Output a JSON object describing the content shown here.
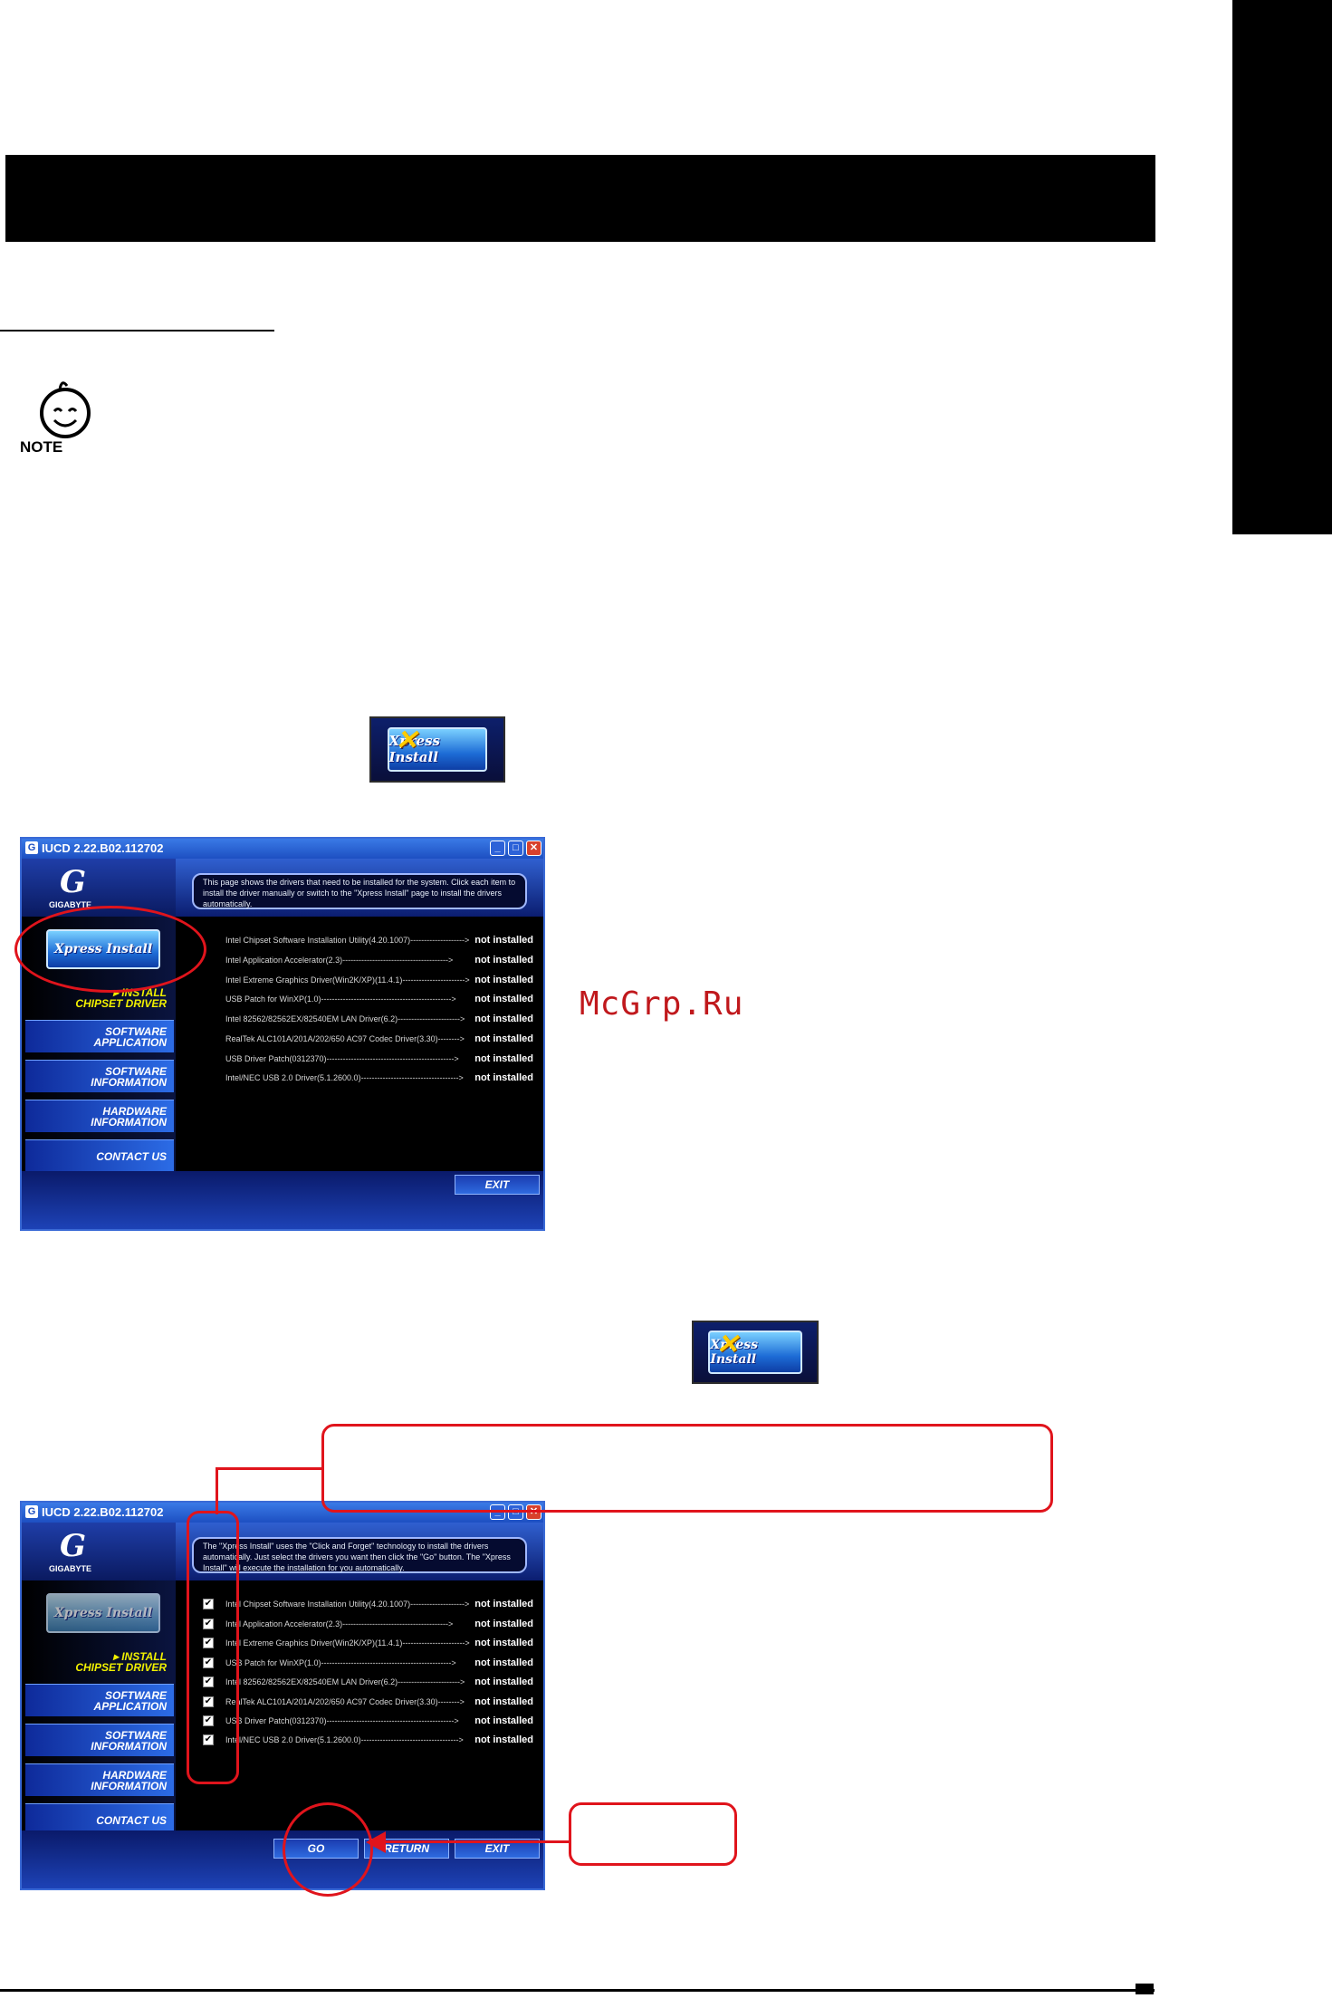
{
  "side_tab_color": "#000000",
  "watermark": "McGrp.Ru",
  "note_icon": {
    "label": "NOTE"
  },
  "xpress_button": {
    "label": "Xpress Install"
  },
  "window1": {
    "title": "IUCD 2.22.B02.112702",
    "brand": "GIGABYTE",
    "info": "This page shows the drivers that need to be installed for the system. Click each item to install the driver manually or switch to the \"Xpress Install\" page to install the drivers automatically.",
    "menu": {
      "install_line1": "▸ INSTALL",
      "install_line2": "CHIPSET DRIVER",
      "software_app_line1": "SOFTWARE",
      "software_app_line2": "APPLICATION",
      "software_info_line1": "SOFTWARE",
      "software_info_line2": "INFORMATION",
      "hardware_info_line1": "HARDWARE",
      "hardware_info_line2": "INFORMATION",
      "contact": "CONTACT US"
    },
    "drivers": [
      {
        "name": "Intel Chipset Software Installation Utility(4.20.1007)-------------------->",
        "status": "not installed"
      },
      {
        "name": "Intel Application Accelerator(2.3)--------------------------------------->",
        "status": "not installed"
      },
      {
        "name": "Intel Extreme Graphics Driver(Win2K/XP)(11.4.1)----------------------->",
        "status": "not installed"
      },
      {
        "name": "USB Patch for WinXP(1.0)------------------------------------------------>",
        "status": "not installed"
      },
      {
        "name": "Intel 82562/82562EX/82540EM LAN Driver(6.2)----------------------->",
        "status": "not installed"
      },
      {
        "name": "RealTek ALC101A/201A/202/650 AC97 Codec Driver(3.30)-------->",
        "status": "not installed"
      },
      {
        "name": "USB Driver Patch(0312370)----------------------------------------------->",
        "status": "not installed"
      },
      {
        "name": "Intel/NEC USB 2.0 Driver(5.1.2600.0)------------------------------------>",
        "status": "not installed"
      }
    ],
    "exit": "EXIT"
  },
  "window2": {
    "title": "IUCD 2.22.B02.112702",
    "brand": "GIGABYTE",
    "info": "The \"Xpress Install\" uses the \"Click and Forget\" technology to install the drivers automatically. Just select the drivers you want then click the \"Go\" button. The \"Xpress Install\" will execute the installation for you automatically.",
    "drivers": [
      {
        "name": "Intel Chipset Software Installation Utility(4.20.1007)-------------------->",
        "status": "not installed"
      },
      {
        "name": "Intel Application Accelerator(2.3)--------------------------------------->",
        "status": "not installed"
      },
      {
        "name": "Intel Extreme Graphics Driver(Win2K/XP)(11.4.1)----------------------->",
        "status": "not installed"
      },
      {
        "name": "USB Patch for WinXP(1.0)------------------------------------------------>",
        "status": "not installed"
      },
      {
        "name": "Intel 82562/82562EX/82540EM LAN Driver(6.2)----------------------->",
        "status": "not installed"
      },
      {
        "name": "RealTek ALC101A/201A/202/650 AC97 Codec Driver(3.30)-------->",
        "status": "not installed"
      },
      {
        "name": "USB Driver Patch(0312370)----------------------------------------------->",
        "status": "not installed"
      },
      {
        "name": "Intel/NEC USB 2.0 Driver(5.1.2600.0)------------------------------------>",
        "status": "not installed"
      }
    ],
    "go": "GO",
    "return": "RETURN",
    "exit": "EXIT"
  },
  "checkmark": "✔"
}
